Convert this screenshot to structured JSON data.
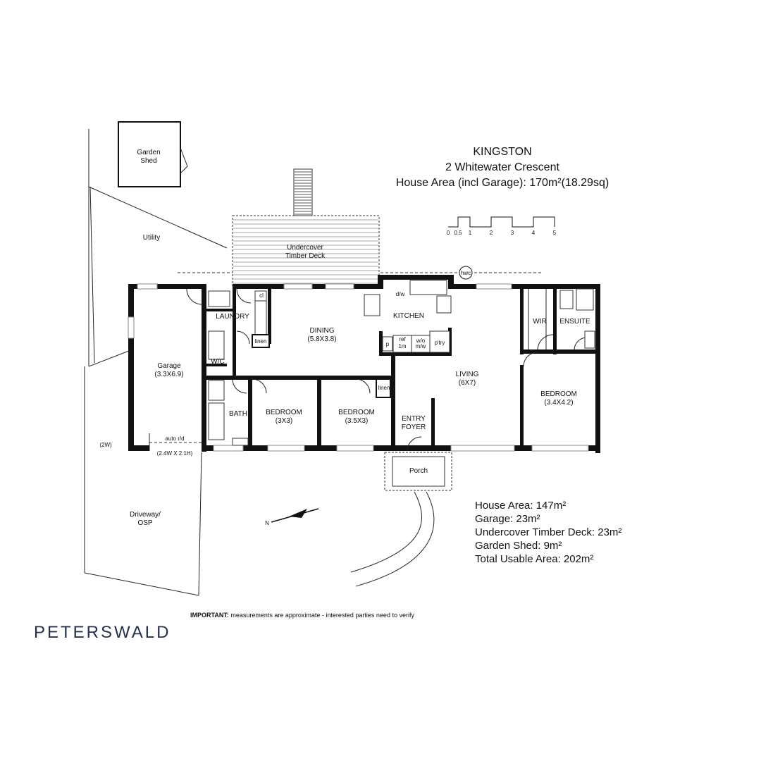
{
  "header": {
    "suburb": "KINGSTON",
    "address": "2 Whitewater Crescent",
    "house_area": "House Area (incl Garage): 170m²(18.29sq)"
  },
  "scale_bar": {
    "ticks": [
      "0",
      "0.5",
      "1",
      "2",
      "3",
      "4",
      "5"
    ]
  },
  "rooms": {
    "garden_shed_1": "Garden",
    "garden_shed_2": "Shed",
    "utility": "Utility",
    "deck_1": "Undercover",
    "deck_2": "Timber Deck",
    "hwc": "hwc",
    "garage": "Garage",
    "garage_dim": "(3.3X6.9)",
    "laundry": "LAUNDRY",
    "cl": "cl",
    "linen_1": "linen",
    "wc": "W/C",
    "dining": "DINING",
    "dining_dim": "(5.8X3.8)",
    "dw": "d/w",
    "kitchen": "KITCHEN",
    "p": "p",
    "ref_1": "ref",
    "ref_2": "1m",
    "wo_1": "w/o",
    "wo_2": "m/w",
    "ptry": "p'try",
    "wir": "WIR",
    "ensuite": "ENSUITE",
    "living": "LIVING",
    "living_dim": "(6X7)",
    "bedroom_main": "BEDROOM",
    "bedroom_main_dim": "(3.4X4.2)",
    "bath": "BATH",
    "bedroom_2": "BEDROOM",
    "bedroom_2_dim": "(3X3)",
    "bedroom_3": "BEDROOM",
    "bedroom_3_dim": "(3.5X3)",
    "linen_2": "linen",
    "entry_1": "ENTRY",
    "entry_2": "FOYER",
    "porch": "Porch",
    "auto_rd": "auto r/d",
    "auto_rd_dim": "(2.4W X 2.1H)",
    "two_w": "(2W)",
    "driveway_1": "Driveway/",
    "driveway_2": "OSP",
    "north": "N"
  },
  "areas": [
    "House Area: 147m²",
    "Garage: 23m²",
    "Undercover Timber Deck: 23m²",
    "Garden Shed: 9m²",
    "Total Usable Area: 202m²"
  ],
  "disclaimer": {
    "lead": "IMPORTANT:",
    "text": " measurements are approximate - interested parties need to verify"
  },
  "brand": "PETERSWALD"
}
